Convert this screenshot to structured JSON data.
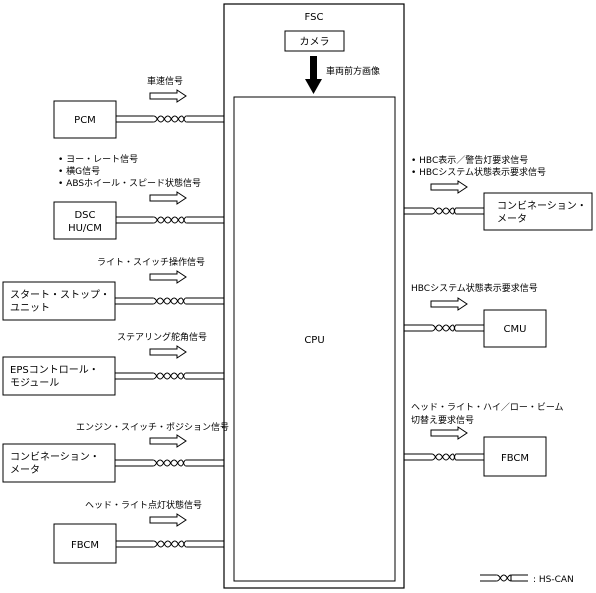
{
  "fsc": {
    "title": "FSC",
    "camera": "カメラ",
    "camera_arrow_label": "車両前方画像",
    "cpu": "CPU"
  },
  "left_units": [
    {
      "id": "pcm",
      "lines": [
        "PCM"
      ],
      "signals": [
        "車速信号"
      ]
    },
    {
      "id": "dsc",
      "lines": [
        "DSC",
        "HU/CM"
      ],
      "signals": [
        "• ヨー・レート信号",
        "• 横G信号",
        "• ABSホイール・スピード状態信号"
      ]
    },
    {
      "id": "start-stop",
      "lines": [
        "スタート・ストップ・",
        "ユニット"
      ],
      "signals": [
        "ライト・スイッチ操作信号"
      ]
    },
    {
      "id": "eps",
      "lines": [
        "EPSコントロール・",
        "モジュール"
      ],
      "signals": [
        "ステアリング舵角信号"
      ]
    },
    {
      "id": "combi-left",
      "lines": [
        "コンビネーション・",
        "メータ"
      ],
      "signals": [
        "エンジン・スイッチ・ポジション信号"
      ]
    },
    {
      "id": "fbcm-left",
      "lines": [
        "FBCM"
      ],
      "signals": [
        "ヘッド・ライト点灯状態信号"
      ]
    }
  ],
  "right_units": [
    {
      "id": "combi-right",
      "lines": [
        "コンビネーション・",
        "メータ"
      ],
      "signals": [
        "• HBC表示／警告灯要求信号",
        "• HBCシステム状態表示要求信号"
      ]
    },
    {
      "id": "cmu",
      "lines": [
        "CMU"
      ],
      "signals": [
        "HBCシステム状態表示要求信号"
      ]
    },
    {
      "id": "fbcm-right",
      "lines": [
        "FBCM"
      ],
      "signals": [
        "ヘッド・ライト・ハイ／ロー・ビーム",
        "切替え要求信号"
      ]
    }
  ],
  "legend": {
    "label": ": HS-CAN"
  }
}
